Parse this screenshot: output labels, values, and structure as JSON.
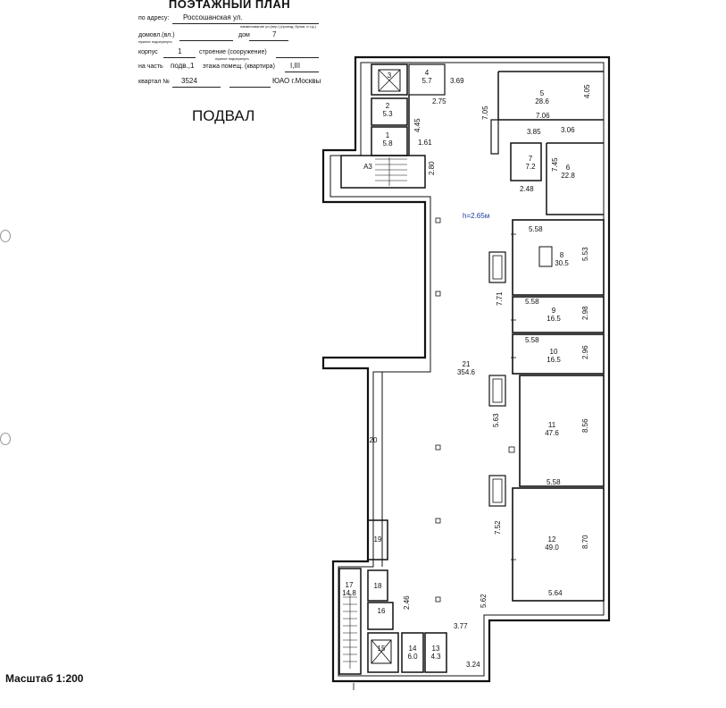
{
  "stamp": {
    "title": "ПОЭТАЖНЫЙ ПЛАН",
    "address_label": "по адресу:",
    "address_value": "Россошанская ул.",
    "address_hint": "наименование ул.(пер.)  (проезд, бульв. и т.д.)",
    "house_label": "домовл.(вл.)",
    "house_label2": "дом",
    "house_value": "7",
    "house_hint": "нужное подчеркнуть",
    "corpus_label": "корпус",
    "corpus_value": "1",
    "building_label": "строение (сооружение)",
    "building_hint": "нужное подчеркнуть",
    "part_label": "на часть",
    "part_value": "подв.,1",
    "floor_label": "этажа помещ. (квартира)",
    "floor_value": "I,III",
    "quarter_label": "квартал №",
    "quarter_value": "3524",
    "district": "ЮАО г.Москвы"
  },
  "heading": "ПОДВАЛ",
  "scale": "Масштаб 1:200",
  "ceiling": "h=2.65м",
  "rooms": [
    {
      "id": "3",
      "area": ""
    },
    {
      "id": "4",
      "area": "5.7"
    },
    {
      "id": "2",
      "area": "5.3"
    },
    {
      "id": "1",
      "area": "5.8"
    },
    {
      "id": "А3",
      "area": ""
    },
    {
      "id": "5",
      "area": "28.6"
    },
    {
      "id": "7",
      "area": "7.2"
    },
    {
      "id": "6",
      "area": "22.8"
    },
    {
      "id": "8",
      "area": "30.5"
    },
    {
      "id": "9",
      "area": "16.5"
    },
    {
      "id": "10",
      "area": "16.5"
    },
    {
      "id": "21",
      "area": "354.6"
    },
    {
      "id": "11",
      "area": "47.6"
    },
    {
      "id": "20",
      "area": ""
    },
    {
      "id": "12",
      "area": "49.0"
    },
    {
      "id": "19",
      "area": ""
    },
    {
      "id": "17",
      "area": "14.8"
    },
    {
      "id": "18",
      "area": ""
    },
    {
      "id": "16",
      "area": ""
    },
    {
      "id": "15",
      "area": ""
    },
    {
      "id": "14",
      "area": "6.0"
    },
    {
      "id": "13",
      "area": "4.3"
    }
  ],
  "dimensions": [
    "3.69",
    "2.75",
    "4.45",
    "1.61",
    "7.05",
    "7.06",
    "4.05",
    "3.85",
    "3.06",
    "2.80",
    "7.45",
    "2.48",
    "5.58",
    "5.53",
    "7.71",
    "5.58",
    "2.98",
    "5.58",
    "2.96",
    "5.63",
    "8.56",
    "5.58",
    "7.52",
    "8.70",
    "5.64",
    "2.46",
    "5.62",
    "3.77",
    "3.24"
  ]
}
